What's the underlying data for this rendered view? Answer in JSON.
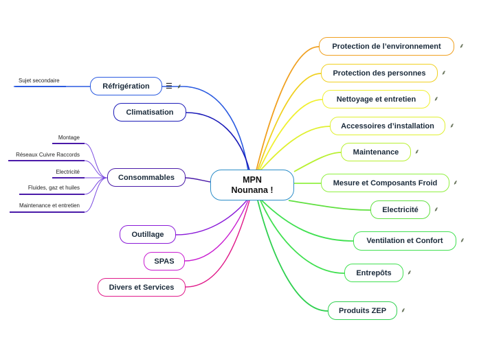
{
  "center": {
    "line1": "MPN",
    "line2": "Nounana !"
  },
  "nodes": {
    "refrigeration": "Réfrigération",
    "climatisation": "Climatisation",
    "consommables": "Consommables",
    "outillage": "Outillage",
    "spas": "SPAS",
    "divers": "Divers et Services",
    "protection_env": "Protection de l’environnement",
    "protection_pers": "Protection des personnes",
    "nettoyage": "Nettoyage et entretien",
    "accessoires": "Accessoires d’installation",
    "maintenance": "Maintenance",
    "mesure": "Mesure et Composants Froid",
    "electricite": "Electricité",
    "ventilation": "Ventilation et Confort",
    "entrepots": "Entrepôts",
    "produits_zep": "Produits ZEP"
  },
  "subtopics": {
    "sujet_secondaire": "Sujet secondaire",
    "montage": "Montage",
    "reseaux": "Réseaux Cuivre Raccords",
    "electricite": "Electricité",
    "fluides": "Fluides, gaz et huiles",
    "maintenance": "Maintenance et entretien"
  },
  "colors": {
    "center_border": "#2a8cc8",
    "refrigeration": "#2a5ae0",
    "climatisation": "#1a1ab8",
    "consommables": "#4a1aa8",
    "outillage": "#8a1ad8",
    "spas": "#c81ad0",
    "divers": "#e01a8a",
    "protection_env": "#f0a020",
    "protection_pers": "#f0d020",
    "nettoyage": "#f0f030",
    "accessoires": "#e0f030",
    "maintenance": "#b8f030",
    "mesure": "#90f040",
    "electricite": "#60e040",
    "ventilation": "#40e050",
    "entrepots": "#40e050",
    "produits_zep": "#30d050"
  },
  "icons": {
    "link": "link-icon",
    "notes": "notes-icon"
  }
}
